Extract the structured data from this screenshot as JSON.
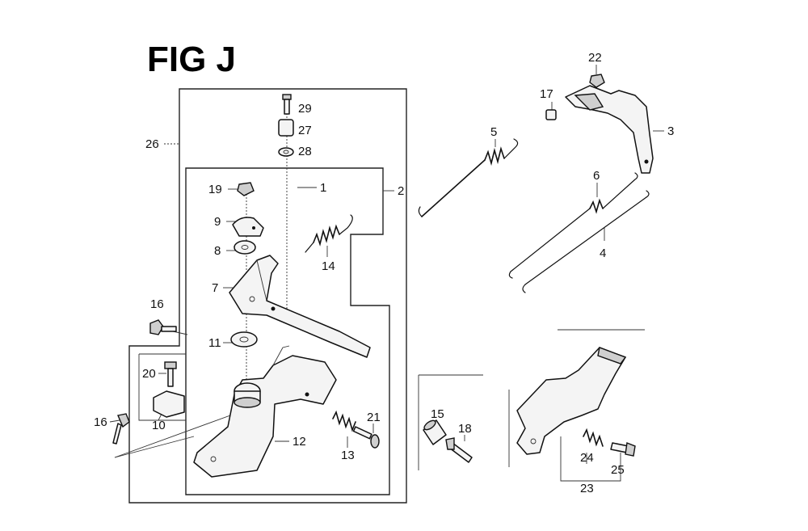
{
  "title": "FIG J",
  "callouts": {
    "c1": "1",
    "c2": "2",
    "c3": "3",
    "c4": "4",
    "c5": "5",
    "c6": "6",
    "c7": "7",
    "c8": "8",
    "c9": "9",
    "c10": "10",
    "c11": "11",
    "c12": "12",
    "c13": "13",
    "c14": "14",
    "c15": "15",
    "c16a": "16",
    "c16b": "16",
    "c17": "17",
    "c18": "18",
    "c19": "19",
    "c20": "20",
    "c21": "21",
    "c22": "22",
    "c23": "23",
    "c24": "24",
    "c25": "25",
    "c26": "26",
    "c27": "27",
    "c28": "28",
    "c29": "29"
  },
  "icons": [
    "spring-icon",
    "rod-icon",
    "bracket-icon",
    "bolt-icon",
    "nut-icon",
    "washer-icon",
    "lever-icon",
    "collar-icon"
  ]
}
